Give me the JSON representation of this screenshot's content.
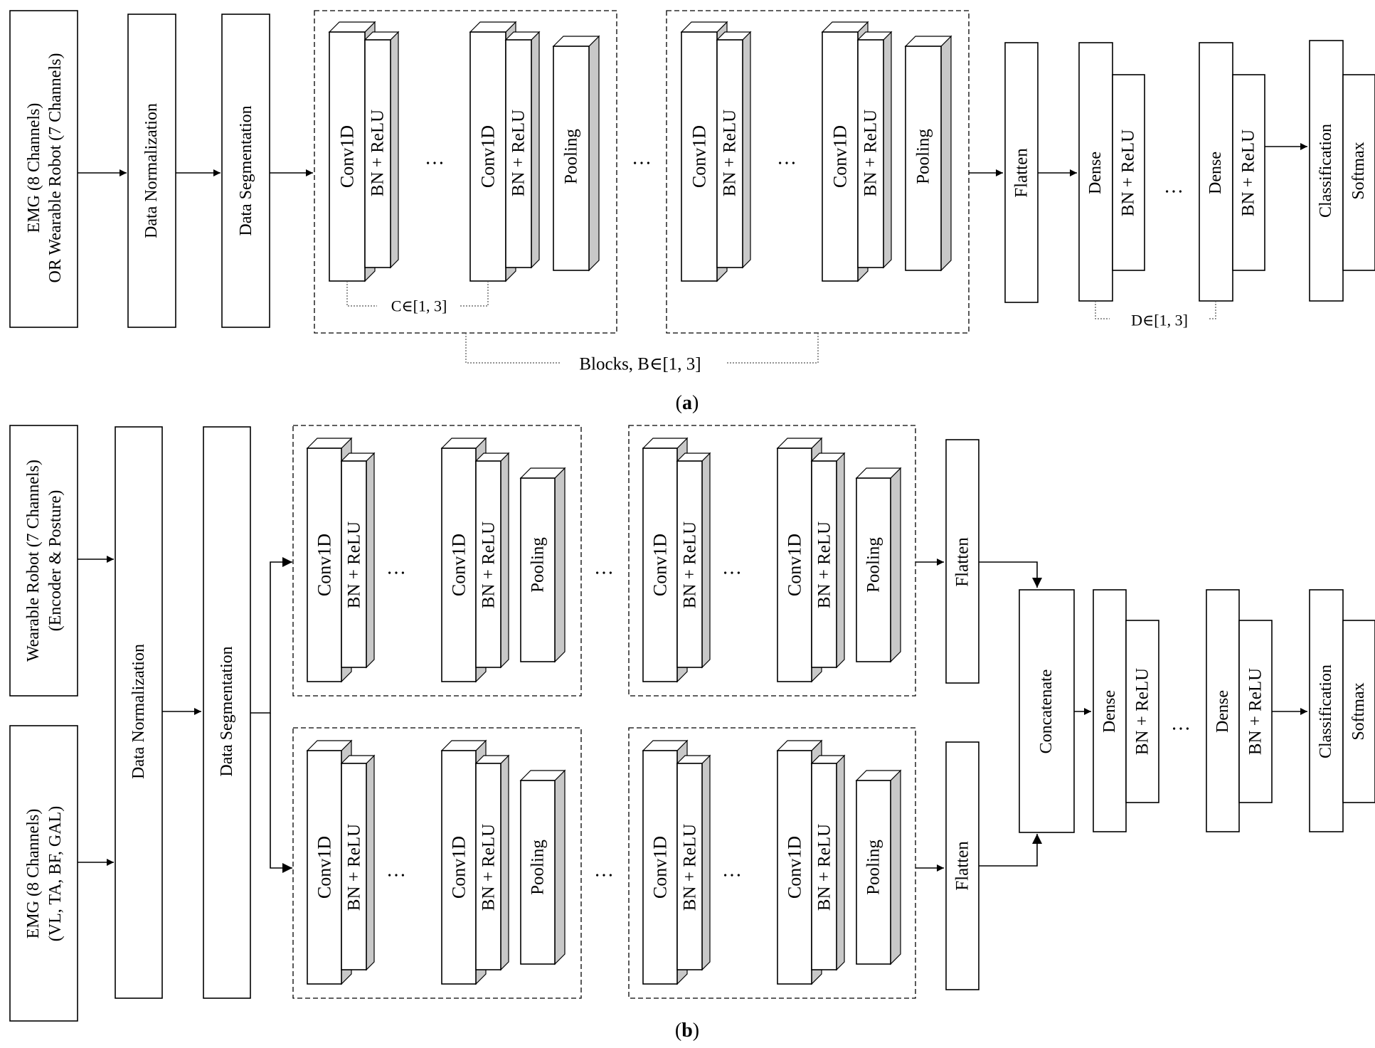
{
  "panel_a": {
    "input_line1": "EMG (8 Channels)",
    "input_line2": "OR Wearable Robot (7 Channels)",
    "normalization": "Data Normalization",
    "segmentation": "Data Segmentation",
    "conv": "Conv1D",
    "bn_relu": "BN + ReLU",
    "pooling": "Pooling",
    "ellipsis": "…",
    "c_range": "C∈[1, 3]",
    "blocks_range": "Blocks, B∈[1, 3]",
    "flatten": "Flatten",
    "dense": "Dense",
    "d_range": "D∈[1, 3]",
    "classification": "Classification",
    "softmax": "Softmax",
    "caption_open": "(",
    "caption_letter": "a",
    "caption_close": ")"
  },
  "panel_b": {
    "robot_line1": "Wearable Robot (7 Channels)",
    "robot_line2": "(Encoder & Posture)",
    "emg_line1": "EMG (8 Channels)",
    "emg_line2": "(VL, TA, BF, GAL)",
    "normalization": "Data Normalization",
    "segmentation": "Data Segmentation",
    "conv": "Conv1D",
    "bn_relu": "BN + ReLU",
    "pooling": "Pooling",
    "ellipsis": "…",
    "flatten": "Flatten",
    "concatenate": "Concatenate",
    "dense": "Dense",
    "classification": "Classification",
    "softmax": "Softmax",
    "caption_open": "(",
    "caption_letter": "b",
    "caption_close": ")"
  }
}
